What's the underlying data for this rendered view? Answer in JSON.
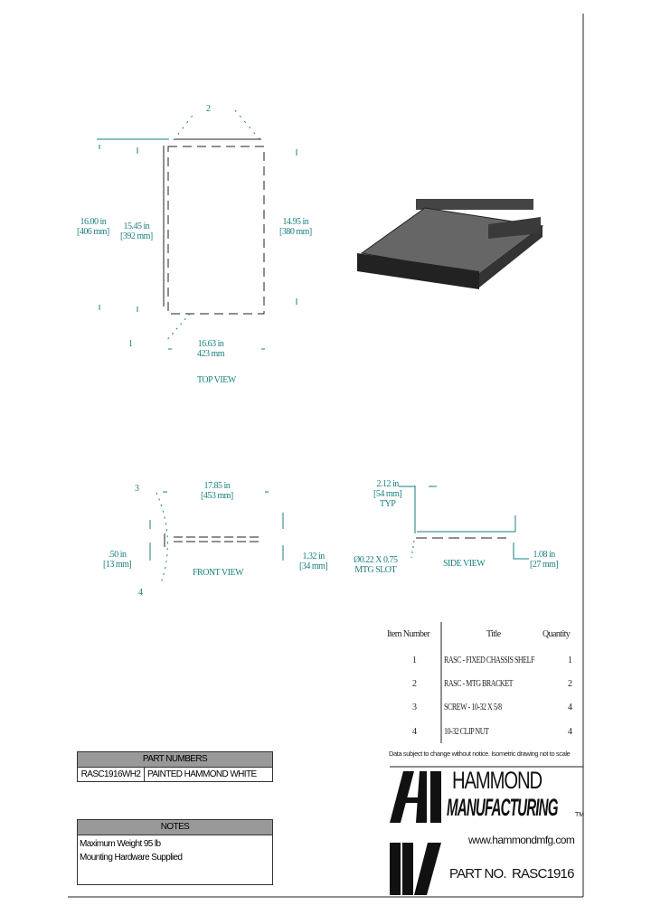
{
  "top_view": {
    "balloon_2": "2",
    "balloon_1": "1",
    "dim_overall_depth": {
      "in": "16.00 in",
      "mm": "[406 mm]"
    },
    "dim_inner_depth": {
      "in": "15.45 in",
      "mm": "[392 mm]"
    },
    "dim_right_depth": {
      "in": "14.95 in",
      "mm": "[380 mm]"
    },
    "dim_width": {
      "in": "16.63 in",
      "mm": "423 mm"
    },
    "label": "TOP VIEW"
  },
  "front_view": {
    "balloon_3": "3",
    "balloon_4": "4",
    "dim_width": {
      "in": "17.85 in",
      "mm": "[453 mm]"
    },
    "dim_left": {
      "in": ".50 in",
      "mm": "[13 mm]"
    },
    "dim_height": {
      "in": "1.32 in",
      "mm": "[34 mm]"
    },
    "label": "FRONT VIEW"
  },
  "side_view": {
    "dim_top": {
      "in": "2.12 in",
      "mm": "[54 mm]",
      "note": "TYP"
    },
    "slot": {
      "line1": "Ø0.22 X 0.75",
      "line2": "MTG SLOT"
    },
    "dim_right": {
      "in": "1.08 in",
      "mm": "[27 mm]"
    },
    "label": "SIDE VIEW"
  },
  "bom": {
    "headers": [
      "Item Number",
      "Title",
      "Quantity"
    ],
    "rows": [
      {
        "item": "1",
        "title": "RASC - FIXED CHASSIS SHELF",
        "qty": "1"
      },
      {
        "item": "2",
        "title": "RASC - MTG BRACKET",
        "qty": "2"
      },
      {
        "item": "3",
        "title": "SCREW - 10-32 X 5/8",
        "qty": "4"
      },
      {
        "item": "4",
        "title": "10-32 CLIP NUT",
        "qty": "4"
      }
    ],
    "disclaimer": "Data subject to change without notice. Isometric drawing not to scale"
  },
  "part_numbers": {
    "header": "PART NUMBERS",
    "rows": [
      {
        "number": "RASC1916WH2",
        "desc": "PAINTED HAMMOND WHITE"
      }
    ]
  },
  "notes": {
    "header": "NOTES",
    "lines": [
      "Maximum Weight 95 lb",
      "Mounting Hardware Supplied"
    ]
  },
  "title_block": {
    "company_line1": "HAMMOND",
    "company_line2": "MANUFACTURING",
    "tm": "TM",
    "website": "www.hammondmfg.com",
    "part_no_label": "PART NO.",
    "part_no": "RASC1916"
  },
  "colors": {
    "dimension": "#1a7f80",
    "line": "#222222",
    "header_fill": "#999999"
  }
}
